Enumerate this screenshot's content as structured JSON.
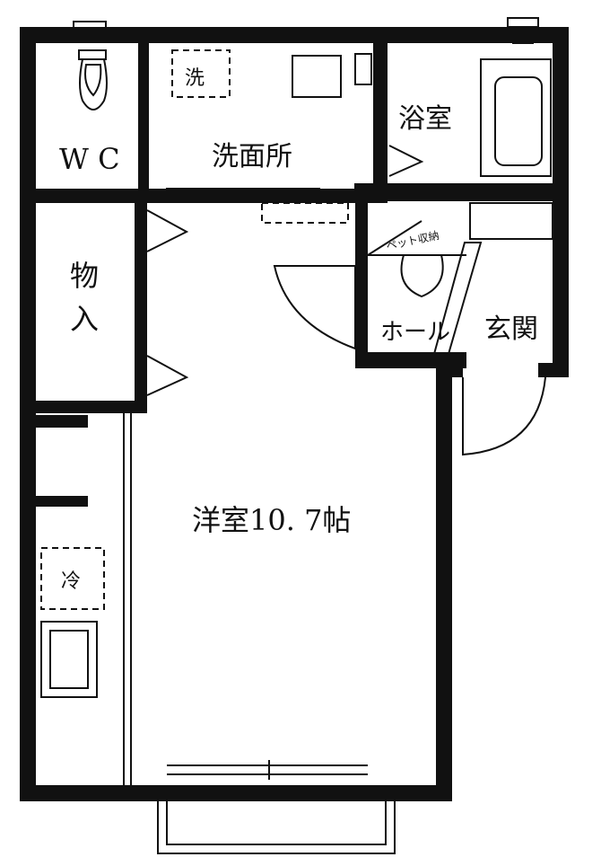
{
  "rooms": {
    "wc": "W C",
    "washroom": "洗面所",
    "bath": "浴室",
    "storage_top": "物",
    "storage_bottom": "入",
    "hall": "ホール",
    "entrance": "玄関",
    "western_room": "洋室10. 7帖",
    "pet_storage": "ペット収納"
  },
  "fixtures": {
    "washer": "洗",
    "fridge": "冷"
  }
}
